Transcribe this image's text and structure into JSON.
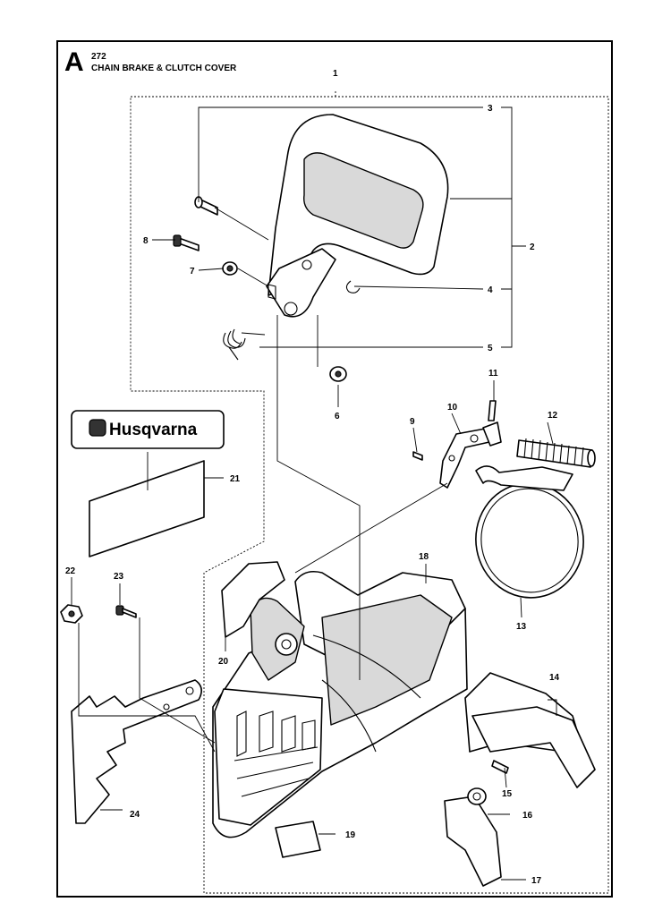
{
  "header": {
    "section_letter": "A",
    "model": "272",
    "title": "CHAIN BRAKE & CLUTCH COVER"
  },
  "logo": {
    "brand": "Husqvarna"
  },
  "callouts": [
    "1",
    "2",
    "3",
    "4",
    "5",
    "6",
    "7",
    "8",
    "9",
    "10",
    "11",
    "12",
    "13",
    "14",
    "15",
    "16",
    "17",
    "18",
    "19",
    "20",
    "21",
    "22",
    "23",
    "24"
  ],
  "colors": {
    "ink": "#000000",
    "paper": "#ffffff",
    "shade": "#d9d9d9"
  }
}
